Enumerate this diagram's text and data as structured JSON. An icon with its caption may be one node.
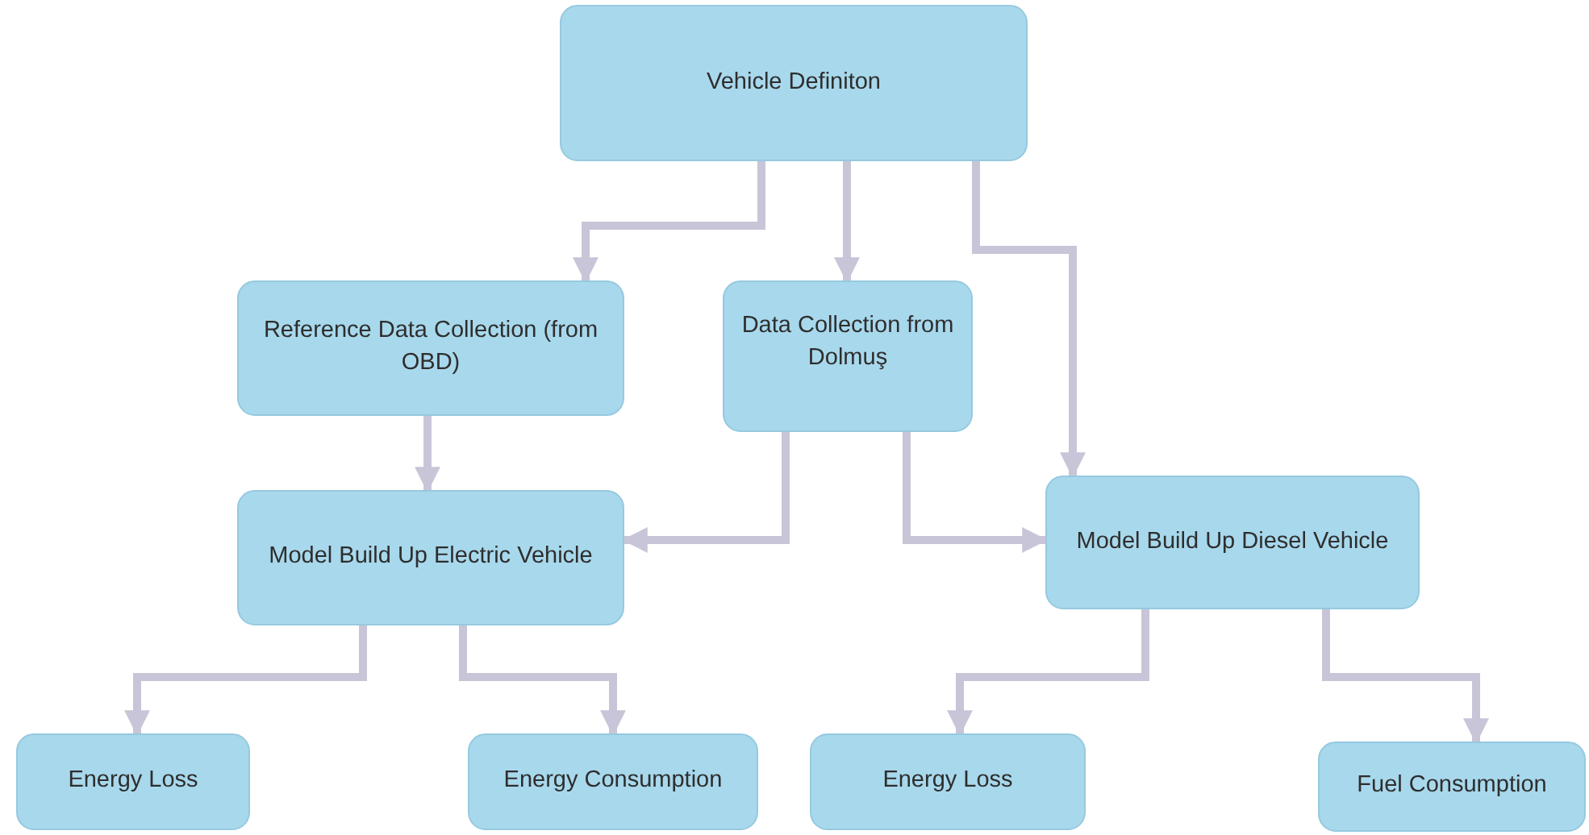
{
  "diagram": {
    "nodes": [
      {
        "text": [
          "Vehicle Definiton"
        ]
      },
      {
        "text": [
          "Reference Data Collection (from OBD)"
        ]
      },
      {
        "text": [
          "Data Collection from Dolmuş"
        ]
      },
      {
        "text": [
          "Model Build Up Electric Vehicle"
        ]
      },
      {
        "text": [
          "Model Build Up Diesel Vehicle"
        ]
      },
      {
        "text": [
          "Energy Loss"
        ]
      },
      {
        "text": [
          "Energy Consumption"
        ]
      },
      {
        "text": [
          "Energy Loss"
        ]
      },
      {
        "text": [
          "Fuel Consumption"
        ]
      }
    ],
    "edges": [
      {
        "from": 0,
        "to": 1,
        "arrow": "to"
      },
      {
        "from": 0,
        "to": 2,
        "arrow": "to"
      },
      {
        "from": 0,
        "to": 4,
        "arrow": "to"
      },
      {
        "from": 1,
        "to": 3,
        "arrow": "to"
      },
      {
        "from": 2,
        "to": 3,
        "arrow": "to"
      },
      {
        "from": 2,
        "to": 4,
        "arrow": "to"
      },
      {
        "from": 3,
        "to": 5,
        "arrow": "to"
      },
      {
        "from": 3,
        "to": 6,
        "arrow": "to"
      },
      {
        "from": 4,
        "to": 7,
        "arrow": "to"
      },
      {
        "from": 4,
        "to": 8,
        "arrow": "to"
      }
    ]
  }
}
